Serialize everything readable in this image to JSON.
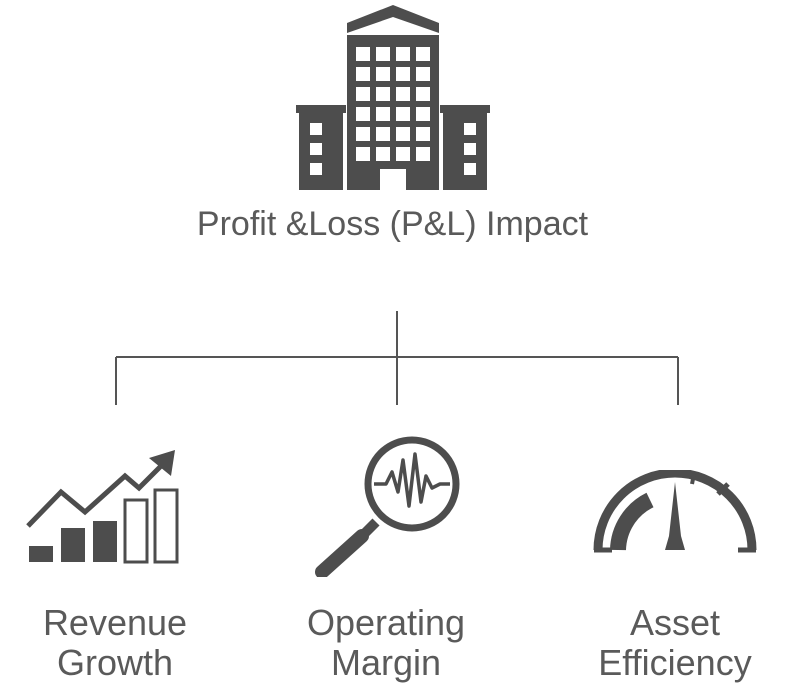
{
  "title": "Profit &Loss (P&L) Impact",
  "icons": {
    "top": "building-icon",
    "revenue": "bar-chart-growth-icon",
    "margin": "magnifier-pulse-icon",
    "asset": "speedometer-gauge-icon"
  },
  "colors": {
    "icon": "#4d4d4d",
    "text": "#5a5a5a",
    "line": "#555555"
  },
  "nodes": [
    {
      "line1": "Revenue",
      "line2": "Growth"
    },
    {
      "line1": "Operating",
      "line2": "Margin"
    },
    {
      "line1": "Asset",
      "line2": "Efficiency"
    }
  ]
}
